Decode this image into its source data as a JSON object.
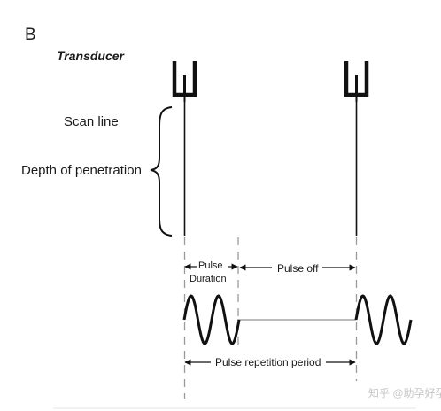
{
  "figure": {
    "panel_letter": "B",
    "title": "Transducer",
    "labels": {
      "scan_line": "Scan line",
      "depth_of_penetration": "Depth of penetration",
      "pulse": "Pulse",
      "duration": "Duration",
      "pulse_off": "Pulse off",
      "pulse_repetition_period": "Pulse repetition period"
    },
    "watermark": "知乎 @助孕好孕"
  },
  "icons": {
    "transducer": "tuning-fork-transducer-icon",
    "brace": "curly-brace-icon",
    "arrow": "double-headed-arrow-icon"
  },
  "colors": {
    "line": "#111111",
    "dashed": "#999999",
    "watermark": "#c8c8c8"
  }
}
